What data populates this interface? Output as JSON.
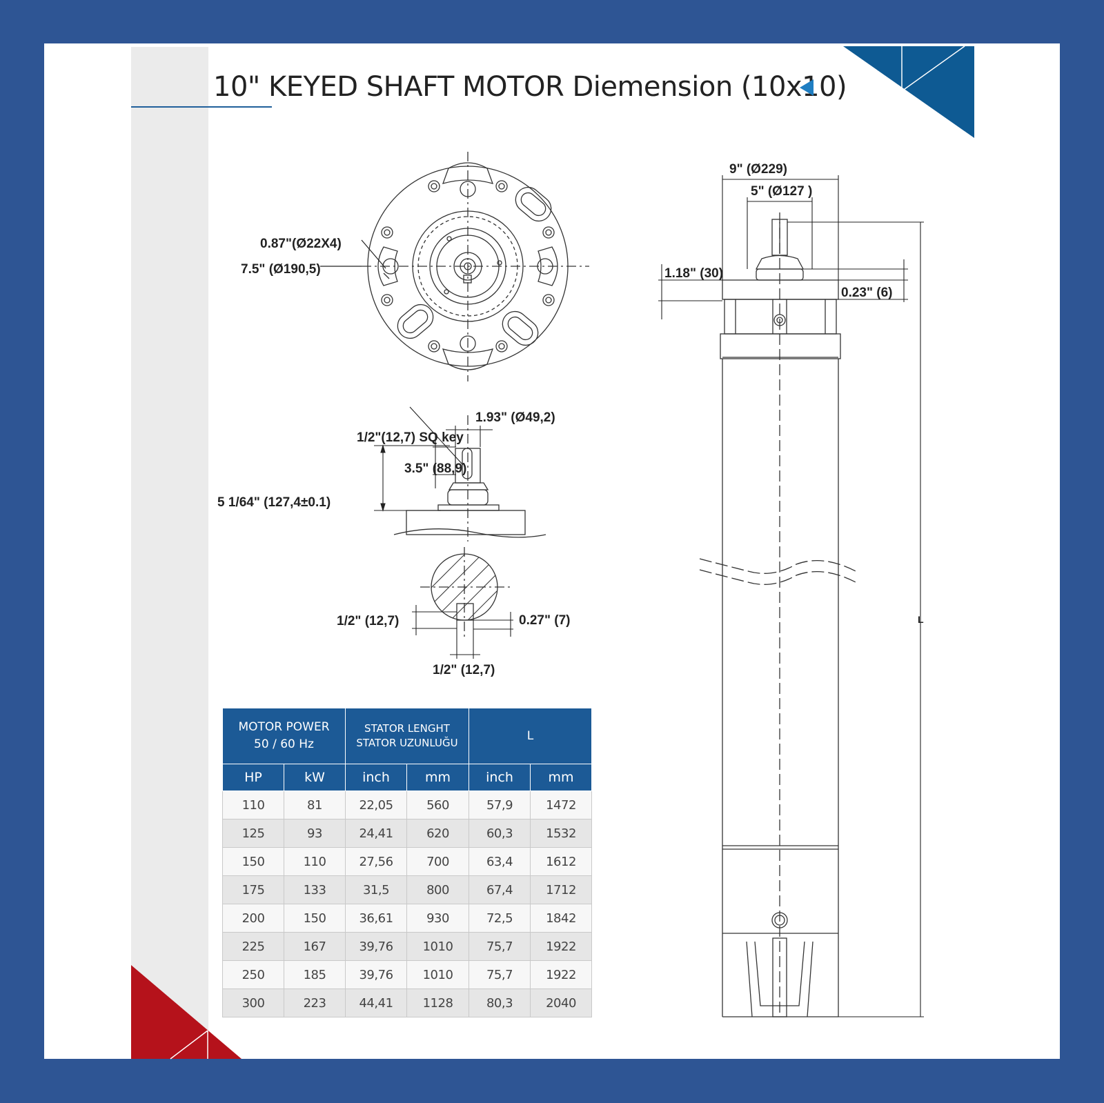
{
  "title": "10\" KEYED SHAFT MOTOR Diemension (10x10)",
  "colors": {
    "frame": "#2e5594",
    "accent_blue": "#1c5a96",
    "accent_red": "#b5121b"
  },
  "dimensions": {
    "bolt_hole": "0.87\"(Ø22X4)",
    "bolt_circle": "7.5\" (Ø190,5)",
    "sq_key": "1/2\"(12,7)  SQ  key",
    "shaft_dia": "1.93\" (Ø49,2)",
    "shaft_key_len": "3.5\" (88,9)",
    "shaft_height": "5 1/64\" (127,4±0.1)",
    "section_left": "1/2\" (12,7)",
    "section_right": "0.27\" (7)",
    "section_bottom": "1/2\" (12,7)",
    "flange_dia": "9\" (Ø229)",
    "pilot_dia": "5\" (Ø127 )",
    "flange_thickness": "1.18\" (30)",
    "pilot_height": "0.23\" (6)",
    "length_label": "L"
  },
  "table": {
    "group_headers": [
      "MOTOR POWER",
      "50 / 60 Hz",
      "STATOR LENGHT",
      "STATOR UZUNLUĞU",
      "L"
    ],
    "columns": [
      "HP",
      "kW",
      "inch",
      "mm",
      "inch",
      "mm"
    ],
    "rows": [
      [
        "110",
        "81",
        "22,05",
        "560",
        "57,9",
        "1472"
      ],
      [
        "125",
        "93",
        "24,41",
        "620",
        "60,3",
        "1532"
      ],
      [
        "150",
        "110",
        "27,56",
        "700",
        "63,4",
        "1612"
      ],
      [
        "175",
        "133",
        "31,5",
        "800",
        "67,4",
        "1712"
      ],
      [
        "200",
        "150",
        "36,61",
        "930",
        "72,5",
        "1842"
      ],
      [
        "225",
        "167",
        "39,76",
        "1010",
        "75,7",
        "1922"
      ],
      [
        "250",
        "185",
        "39,76",
        "1010",
        "75,7",
        "1922"
      ],
      [
        "300",
        "223",
        "44,41",
        "1128",
        "80,3",
        "2040"
      ]
    ]
  }
}
